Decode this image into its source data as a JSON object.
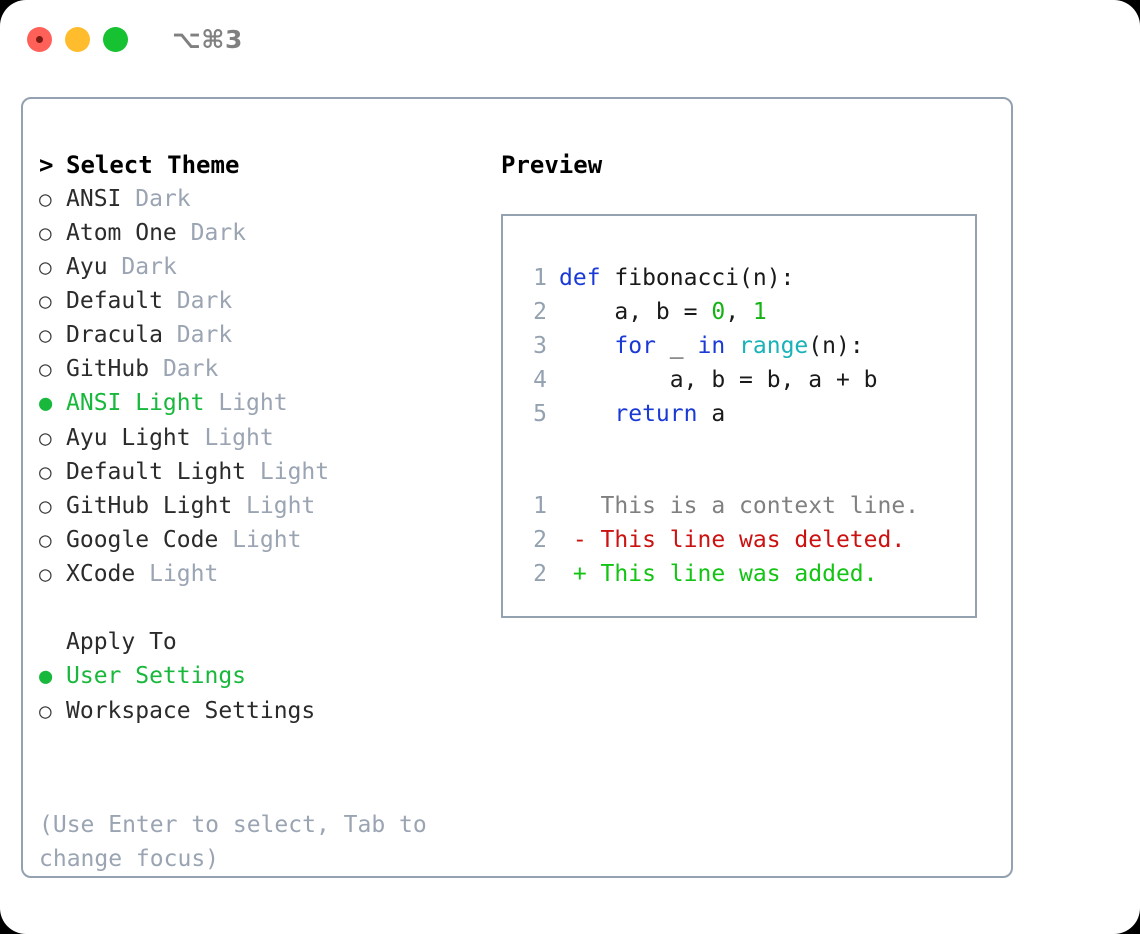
{
  "titlebar": {
    "shortcut": "⌥⌘3",
    "buttons": [
      {
        "name": "close",
        "color": "#ff6159"
      },
      {
        "name": "minimize",
        "color": "#ffbd2e"
      },
      {
        "name": "maximize",
        "color": "#16c132"
      }
    ]
  },
  "colors": {
    "selected_green": "#18b83c",
    "muted": "#9aa4b2",
    "border": "#93a1b0",
    "keyword_blue": "#1a3ad6",
    "function_cyan": "#18b2b8",
    "number_green": "#15b215",
    "diff_add_green": "#14c414",
    "diff_del_red": "#cc1111",
    "diff_ctx_gray": "#808080"
  },
  "theme_list": {
    "header_marker": ">",
    "header": "Select Theme",
    "marker_selected": "●",
    "marker_unselected": "○",
    "items": [
      {
        "label": "ANSI",
        "suffix": "Dark",
        "selected": false
      },
      {
        "label": "Atom One",
        "suffix": "Dark",
        "selected": false
      },
      {
        "label": "Ayu",
        "suffix": "Dark",
        "selected": false
      },
      {
        "label": "Default",
        "suffix": "Dark",
        "selected": false
      },
      {
        "label": "Dracula",
        "suffix": "Dark",
        "selected": false
      },
      {
        "label": "GitHub",
        "suffix": "Dark",
        "selected": false
      },
      {
        "label": "ANSI Light",
        "suffix": "Light",
        "selected": true
      },
      {
        "label": "Ayu Light",
        "suffix": "Light",
        "selected": false
      },
      {
        "label": "Default Light",
        "suffix": "Light",
        "selected": false
      },
      {
        "label": "GitHub Light",
        "suffix": "Light",
        "selected": false
      },
      {
        "label": "Google Code",
        "suffix": "Light",
        "selected": false
      },
      {
        "label": "XCode",
        "suffix": "Light",
        "selected": false
      }
    ]
  },
  "apply_to": {
    "title": "Apply To",
    "items": [
      {
        "label": "User Settings",
        "selected": true
      },
      {
        "label": "Workspace Settings",
        "selected": false
      }
    ]
  },
  "help_text": "(Use Enter to select, Tab to change focus)",
  "preview": {
    "title": "Preview",
    "code": [
      {
        "num": "1",
        "tokens": [
          {
            "t": "def",
            "c": "kw"
          },
          {
            "t": " fibonacci(n):",
            "c": "id"
          }
        ]
      },
      {
        "num": "2",
        "tokens": [
          {
            "t": "    a, b = ",
            "c": "id"
          },
          {
            "t": "0",
            "c": "num"
          },
          {
            "t": ", ",
            "c": "id"
          },
          {
            "t": "1",
            "c": "num"
          }
        ]
      },
      {
        "num": "3",
        "tokens": [
          {
            "t": "    ",
            "c": "id"
          },
          {
            "t": "for",
            "c": "kw"
          },
          {
            "t": " _ ",
            "c": "id"
          },
          {
            "t": "in",
            "c": "kw"
          },
          {
            "t": " ",
            "c": "id"
          },
          {
            "t": "range",
            "c": "fn"
          },
          {
            "t": "(n):",
            "c": "id"
          }
        ]
      },
      {
        "num": "4",
        "tokens": [
          {
            "t": "        a, b = b, a + b",
            "c": "id"
          }
        ]
      },
      {
        "num": "5",
        "tokens": [
          {
            "t": "    ",
            "c": "id"
          },
          {
            "t": "return",
            "c": "kw"
          },
          {
            "t": " a",
            "c": "id"
          }
        ]
      }
    ],
    "diff": [
      {
        "num": "1",
        "sign": " ",
        "text": "This is a context line.",
        "kind": "ctx"
      },
      {
        "num": "2",
        "sign": "-",
        "text": "This line was deleted.",
        "kind": "del"
      },
      {
        "num": "2",
        "sign": "+",
        "text": "This line was added.",
        "kind": "add"
      }
    ]
  }
}
